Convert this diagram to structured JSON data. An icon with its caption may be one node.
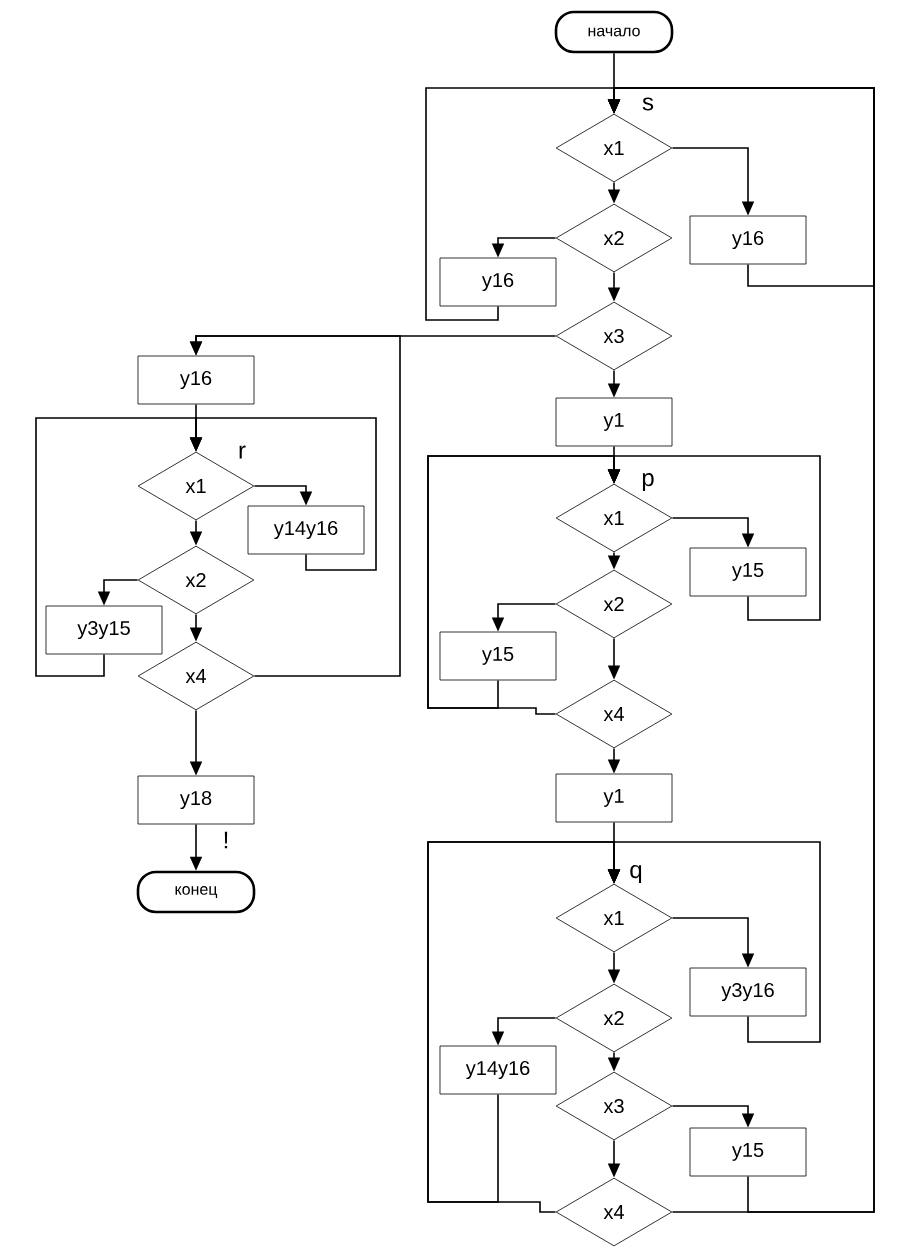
{
  "diagram": {
    "nodes": [
      {
        "text": [
          "начало"
        ]
      },
      {
        "text": [
          "x1"
        ]
      },
      {
        "text": [
          "y16"
        ]
      },
      {
        "text": [
          "x2"
        ]
      },
      {
        "text": [
          "y16"
        ]
      },
      {
        "text": [
          "x3"
        ]
      },
      {
        "text": [
          "y16"
        ]
      },
      {
        "text": [
          "x1"
        ]
      },
      {
        "text": [
          "y14y16"
        ]
      },
      {
        "text": [
          "x2"
        ]
      },
      {
        "text": [
          "y3y15"
        ]
      },
      {
        "text": [
          "x4"
        ]
      },
      {
        "text": [
          "y18"
        ]
      },
      {
        "text": [
          "конец"
        ]
      },
      {
        "text": [
          "y1"
        ]
      },
      {
        "text": [
          "x1"
        ]
      },
      {
        "text": [
          "y15"
        ]
      },
      {
        "text": [
          "x2"
        ]
      },
      {
        "text": [
          "y15"
        ]
      },
      {
        "text": [
          "x4"
        ]
      },
      {
        "text": [
          "y1"
        ]
      },
      {
        "text": [
          "x1"
        ]
      },
      {
        "text": [
          "y3y16"
        ]
      },
      {
        "text": [
          "x2"
        ]
      },
      {
        "text": [
          "y14y16"
        ]
      },
      {
        "text": [
          "x3"
        ]
      },
      {
        "text": [
          "y15"
        ]
      },
      {
        "text": [
          "x4"
        ]
      }
    ],
    "edges": [
      {
        "from": 0,
        "to": 1,
        "arrow": "to"
      },
      {
        "from": 1,
        "to": 2,
        "arrow": "to"
      },
      {
        "from": 1,
        "to": 3,
        "arrow": "to"
      },
      {
        "from": 2,
        "to": 1,
        "arrow": "to"
      },
      {
        "from": 3,
        "to": 4,
        "arrow": "to"
      },
      {
        "from": 3,
        "to": 5,
        "arrow": "to"
      },
      {
        "from": 4,
        "to": 1,
        "arrow": "to"
      },
      {
        "from": 5,
        "to": 6,
        "arrow": "to"
      },
      {
        "from": 5,
        "to": 14,
        "arrow": "to"
      },
      {
        "from": 6,
        "to": 7,
        "arrow": "to"
      },
      {
        "from": 7,
        "to": 8,
        "arrow": "to"
      },
      {
        "from": 7,
        "to": 9,
        "arrow": "to"
      },
      {
        "from": 8,
        "to": 7,
        "arrow": "to"
      },
      {
        "from": 9,
        "to": 10,
        "arrow": "to"
      },
      {
        "from": 9,
        "to": 11,
        "arrow": "to"
      },
      {
        "from": 10,
        "to": 7,
        "arrow": "to"
      },
      {
        "from": 11,
        "to": 6,
        "arrow": "to"
      },
      {
        "from": 11,
        "to": 12,
        "arrow": "to"
      },
      {
        "from": 12,
        "to": 13,
        "arrow": "to"
      },
      {
        "from": 14,
        "to": 15,
        "arrow": "to"
      },
      {
        "from": 15,
        "to": 16,
        "arrow": "to"
      },
      {
        "from": 15,
        "to": 17,
        "arrow": "to"
      },
      {
        "from": 16,
        "to": 15,
        "arrow": "to"
      },
      {
        "from": 17,
        "to": 18,
        "arrow": "to"
      },
      {
        "from": 17,
        "to": 19,
        "arrow": "to"
      },
      {
        "from": 18,
        "to": 15,
        "arrow": "to"
      },
      {
        "from": 19,
        "to": 15,
        "arrow": "to"
      },
      {
        "from": 19,
        "to": 20,
        "arrow": "to"
      },
      {
        "from": 20,
        "to": 21,
        "arrow": "to"
      },
      {
        "from": 21,
        "to": 22,
        "arrow": "to"
      },
      {
        "from": 21,
        "to": 23,
        "arrow": "to"
      },
      {
        "from": 22,
        "to": 21,
        "arrow": "to"
      },
      {
        "from": 23,
        "to": 24,
        "arrow": "to"
      },
      {
        "from": 23,
        "to": 25,
        "arrow": "to"
      },
      {
        "from": 24,
        "to": 21,
        "arrow": "to"
      },
      {
        "from": 25,
        "to": 26,
        "arrow": "to"
      },
      {
        "from": 25,
        "to": 27,
        "arrow": "to"
      },
      {
        "from": 26,
        "to": 1,
        "arrow": "to"
      },
      {
        "from": 27,
        "to": 21,
        "arrow": "to"
      },
      {
        "from": 27,
        "to": 1,
        "arrow": "to"
      }
    ],
    "labels": [
      "s",
      "r",
      "p",
      "!",
      "q"
    ]
  }
}
